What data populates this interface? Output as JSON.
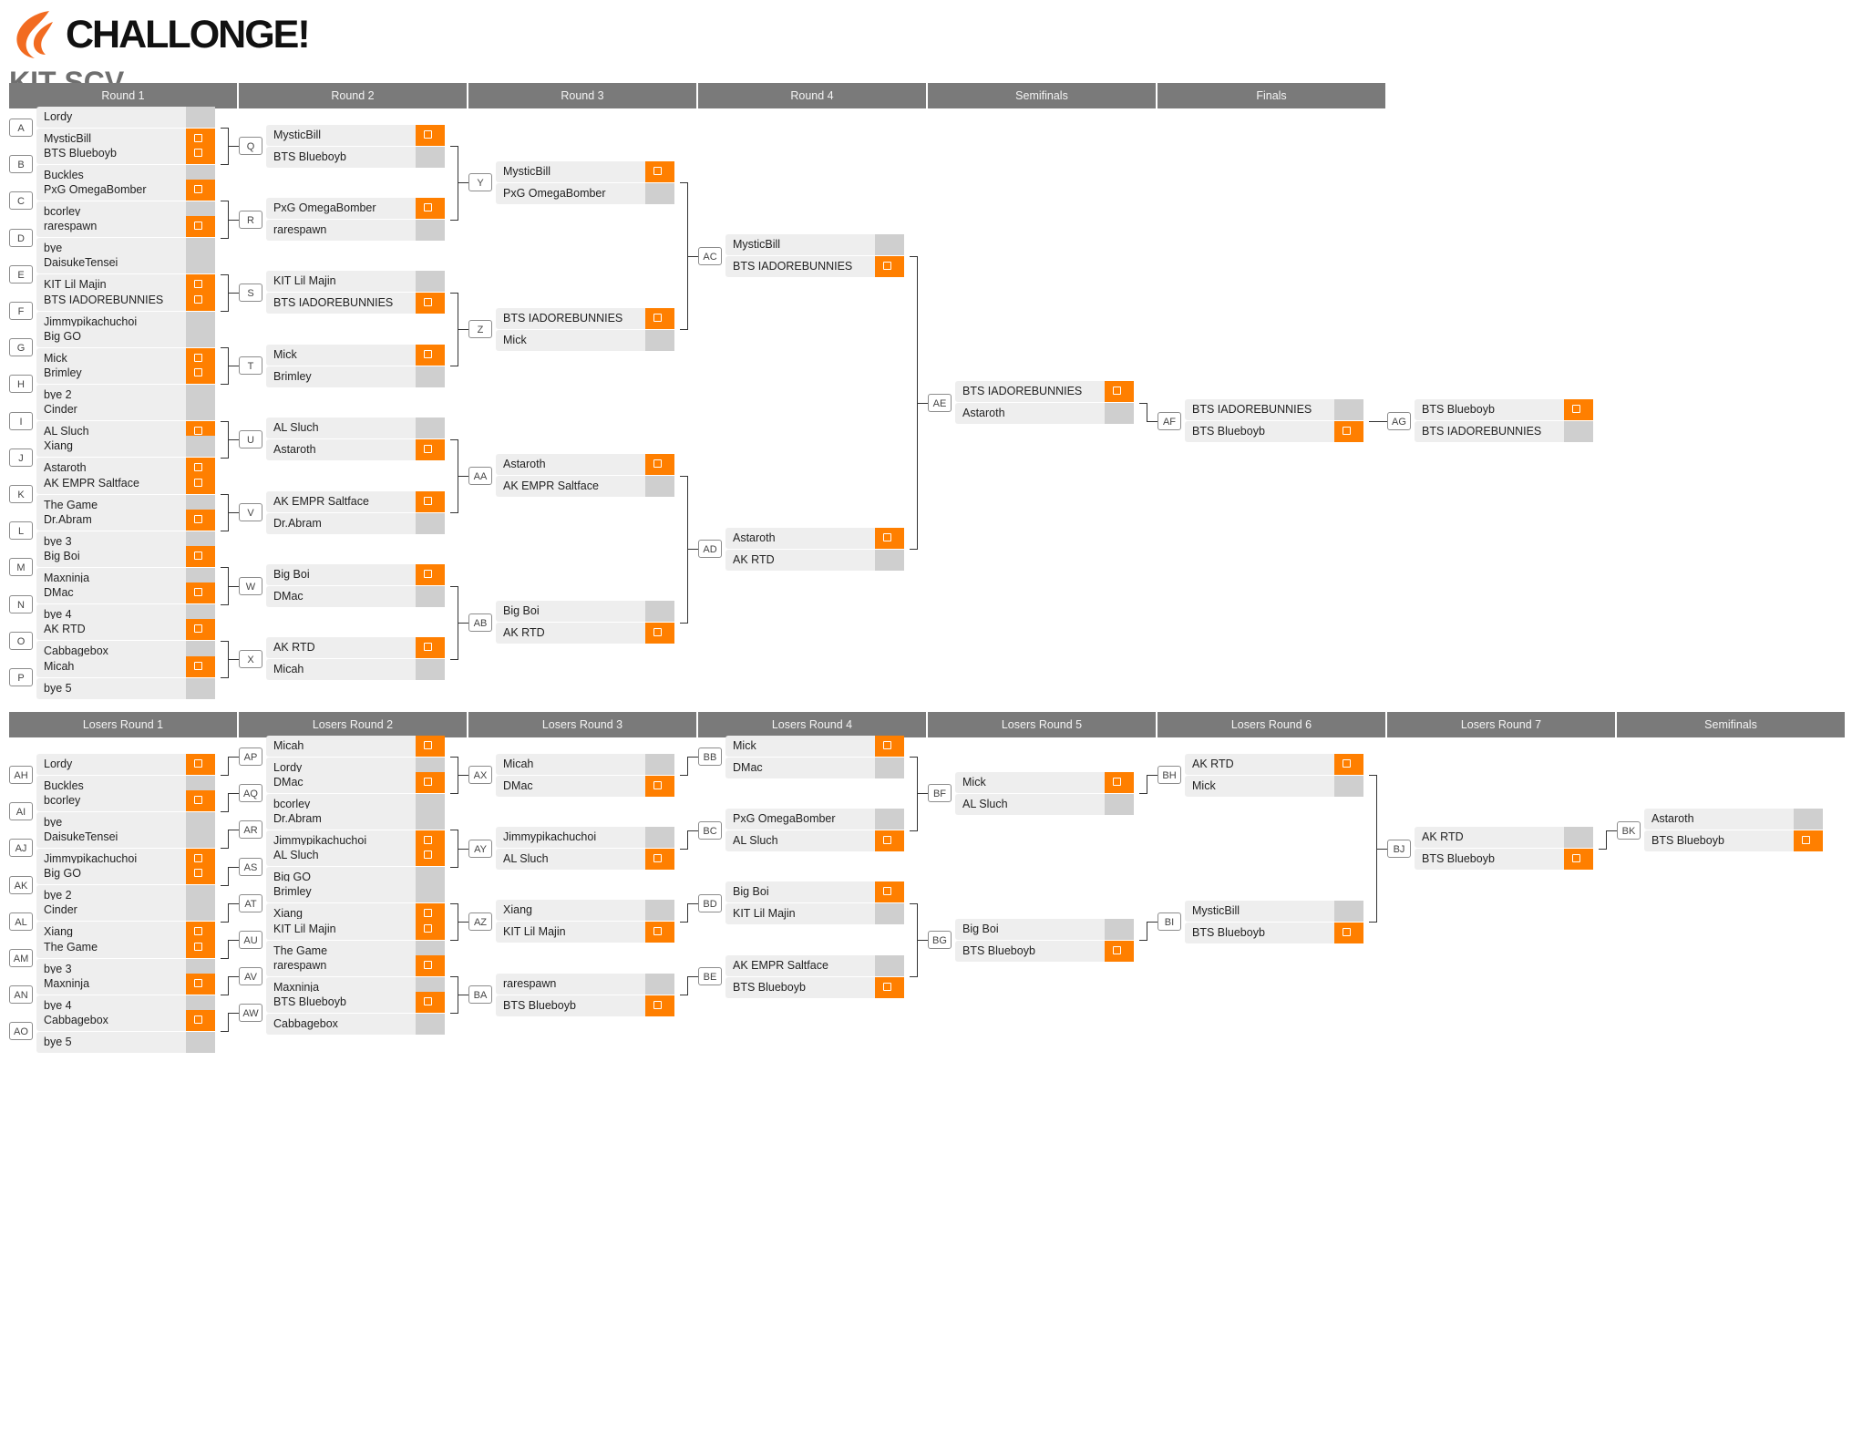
{
  "app": {
    "logo_text": "CHALLONGE!",
    "title": "KIT SCV",
    "colors": {
      "header_bg": "#7a7a7a",
      "winner_score": "#ff7f00",
      "loser_score": "#cfcfcf",
      "logo_accent": "#f26b21"
    }
  },
  "winners": {
    "rounds": [
      "Round 1",
      "Round 2",
      "Round 3",
      "Round 4",
      "Semifinals",
      "Finals"
    ],
    "matches": [
      [
        {
          "id": "A",
          "p1": "Lordy",
          "p2": "MysticBill",
          "winner": 2
        },
        {
          "id": "B",
          "p1": "BTS Blueboyb",
          "p2": "Buckles",
          "winner": 1
        },
        {
          "id": "C",
          "p1": "PxG OmegaBomber",
          "p2": "bcorley",
          "winner": 1
        },
        {
          "id": "D",
          "p1": "rarespawn",
          "p2": "bye",
          "winner": 1
        },
        {
          "id": "E",
          "p1": "DaisukeTensei",
          "p2": "KIT Lil Majin",
          "winner": 2
        },
        {
          "id": "F",
          "p1": "BTS IADOREBUNNIES",
          "p2": "Jimmypikachuchoi",
          "winner": 1
        },
        {
          "id": "G",
          "p1": "Big GO",
          "p2": "Mick",
          "winner": 2
        },
        {
          "id": "H",
          "p1": "Brimley",
          "p2": "bye 2",
          "winner": 1
        },
        {
          "id": "I",
          "p1": "Cinder",
          "p2": "AL Sluch",
          "winner": 2
        },
        {
          "id": "J",
          "p1": "Xiang",
          "p2": "Astaroth",
          "winner": 2
        },
        {
          "id": "K",
          "p1": "AK EMPR Saltface",
          "p2": "The Game",
          "winner": 1
        },
        {
          "id": "L",
          "p1": "Dr.Abram",
          "p2": "bye 3",
          "winner": 1
        },
        {
          "id": "M",
          "p1": "Big Boi",
          "p2": "Maxninja",
          "winner": 1
        },
        {
          "id": "N",
          "p1": "DMac",
          "p2": "bye 4",
          "winner": 1
        },
        {
          "id": "O",
          "p1": "AK RTD",
          "p2": "Cabbagebox",
          "winner": 1
        },
        {
          "id": "P",
          "p1": "Micah",
          "p2": "bye 5",
          "winner": 1
        }
      ],
      [
        {
          "id": "Q",
          "p1": "MysticBill",
          "p2": "BTS Blueboyb",
          "winner": 1
        },
        {
          "id": "R",
          "p1": "PxG OmegaBomber",
          "p2": "rarespawn",
          "winner": 1
        },
        {
          "id": "S",
          "p1": "KIT Lil Majin",
          "p2": "BTS IADOREBUNNIES",
          "winner": 2
        },
        {
          "id": "T",
          "p1": "Mick",
          "p2": "Brimley",
          "winner": 1
        },
        {
          "id": "U",
          "p1": "AL Sluch",
          "p2": "Astaroth",
          "winner": 2
        },
        {
          "id": "V",
          "p1": "AK EMPR Saltface",
          "p2": "Dr.Abram",
          "winner": 1
        },
        {
          "id": "W",
          "p1": "Big Boi",
          "p2": "DMac",
          "winner": 1
        },
        {
          "id": "X",
          "p1": "AK RTD",
          "p2": "Micah",
          "winner": 1
        }
      ],
      [
        {
          "id": "Y",
          "p1": "MysticBill",
          "p2": "PxG OmegaBomber",
          "winner": 1
        },
        {
          "id": "Z",
          "p1": "BTS IADOREBUNNIES",
          "p2": "Mick",
          "winner": 1
        },
        {
          "id": "AA",
          "p1": "Astaroth",
          "p2": "AK EMPR Saltface",
          "winner": 1
        },
        {
          "id": "AB",
          "p1": "Big Boi",
          "p2": "AK RTD",
          "winner": 2
        }
      ],
      [
        {
          "id": "AC",
          "p1": "MysticBill",
          "p2": "BTS IADOREBUNNIES",
          "winner": 2
        },
        {
          "id": "AD",
          "p1": "Astaroth",
          "p2": "AK RTD",
          "winner": 1
        }
      ],
      [
        {
          "id": "AE",
          "p1": "BTS IADOREBUNNIES",
          "p2": "Astaroth",
          "winner": 1
        }
      ],
      [
        {
          "id": "AF",
          "p1": "BTS IADOREBUNNIES",
          "p2": "BTS Blueboyb",
          "winner": 2
        },
        {
          "id": "AG",
          "p1": "BTS Blueboyb",
          "p2": "BTS IADOREBUNNIES",
          "winner": 1
        }
      ]
    ]
  },
  "losers": {
    "rounds": [
      "Losers Round 1",
      "Losers Round 2",
      "Losers Round 3",
      "Losers Round 4",
      "Losers Round 5",
      "Losers Round 6",
      "Losers Round 7",
      "Semifinals"
    ],
    "matches": [
      [
        {
          "id": "AH",
          "p1": "Lordy",
          "p2": "Buckles",
          "winner": 1
        },
        {
          "id": "AI",
          "p1": "bcorley",
          "p2": "bye",
          "winner": 1
        },
        {
          "id": "AJ",
          "p1": "DaisukeTensei",
          "p2": "Jimmypikachuchoi",
          "winner": 2
        },
        {
          "id": "AK",
          "p1": "Big GO",
          "p2": "bye 2",
          "winner": 1
        },
        {
          "id": "AL",
          "p1": "Cinder",
          "p2": "Xiang",
          "winner": 2
        },
        {
          "id": "AM",
          "p1": "The Game",
          "p2": "bye 3",
          "winner": 1
        },
        {
          "id": "AN",
          "p1": "Maxninja",
          "p2": "bye 4",
          "winner": 1
        },
        {
          "id": "AO",
          "p1": "Cabbagebox",
          "p2": "bye 5",
          "winner": 1
        }
      ],
      [
        {
          "id": "AP",
          "p1": "Micah",
          "p2": "Lordy",
          "winner": 1
        },
        {
          "id": "AQ",
          "p1": "DMac",
          "p2": "bcorley",
          "winner": 1
        },
        {
          "id": "AR",
          "p1": "Dr.Abram",
          "p2": "Jimmypikachuchoi",
          "winner": 2
        },
        {
          "id": "AS",
          "p1": "AL Sluch",
          "p2": "Big GO",
          "winner": 1
        },
        {
          "id": "AT",
          "p1": "Brimley",
          "p2": "Xiang",
          "winner": 2
        },
        {
          "id": "AU",
          "p1": "KIT Lil Majin",
          "p2": "The Game",
          "winner": 1
        },
        {
          "id": "AV",
          "p1": "rarespawn",
          "p2": "Maxninja",
          "winner": 1
        },
        {
          "id": "AW",
          "p1": "BTS Blueboyb",
          "p2": "Cabbagebox",
          "winner": 1
        }
      ],
      [
        {
          "id": "AX",
          "p1": "Micah",
          "p2": "DMac",
          "winner": 2
        },
        {
          "id": "AY",
          "p1": "Jimmypikachuchoi",
          "p2": "AL Sluch",
          "winner": 2
        },
        {
          "id": "AZ",
          "p1": "Xiang",
          "p2": "KIT Lil Majin",
          "winner": 2
        },
        {
          "id": "BA",
          "p1": "rarespawn",
          "p2": "BTS Blueboyb",
          "winner": 2
        }
      ],
      [
        {
          "id": "BB",
          "p1": "Mick",
          "p2": "DMac",
          "winner": 1
        },
        {
          "id": "BC",
          "p1": "PxG OmegaBomber",
          "p2": "AL Sluch",
          "winner": 2
        },
        {
          "id": "BD",
          "p1": "Big Boi",
          "p2": "KIT Lil Majin",
          "winner": 1
        },
        {
          "id": "BE",
          "p1": "AK EMPR Saltface",
          "p2": "BTS Blueboyb",
          "winner": 2
        }
      ],
      [
        {
          "id": "BF",
          "p1": "Mick",
          "p2": "AL Sluch",
          "winner": 1
        },
        {
          "id": "BG",
          "p1": "Big Boi",
          "p2": "BTS Blueboyb",
          "winner": 2
        }
      ],
      [
        {
          "id": "BH",
          "p1": "AK RTD",
          "p2": "Mick",
          "winner": 1
        },
        {
          "id": "BI",
          "p1": "MysticBill",
          "p2": "BTS Blueboyb",
          "winner": 2
        }
      ],
      [
        {
          "id": "BJ",
          "p1": "AK RTD",
          "p2": "BTS Blueboyb",
          "winner": 2
        }
      ],
      [
        {
          "id": "BK",
          "p1": "Astaroth",
          "p2": "BTS Blueboyb",
          "winner": 2
        }
      ]
    ]
  }
}
